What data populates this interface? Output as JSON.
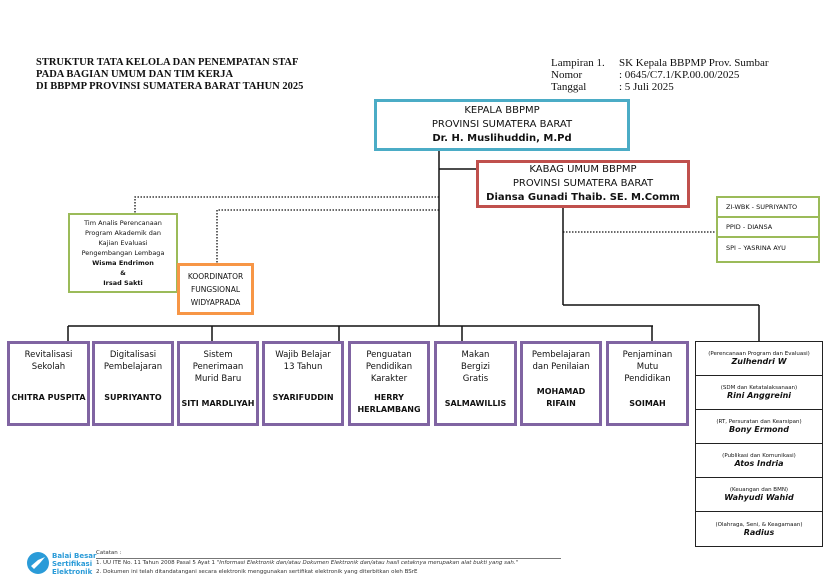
{
  "title": [
    "STRUKTUR TATA KELOLA DAN PENEMPATAN STAF",
    "PADA BAGIAN UMUM DAN TIM KERJA",
    "DI BBPMP PROVINSI SUMATERA BARAT TAHUN 2025"
  ],
  "meta": [
    {
      "k": "Lampiran 1.",
      "v": "SK Kepala BBPMP Prov. Sumbar"
    },
    {
      "k": "Nomor",
      "v": ": 0645/C7.1/KP.00.00/2025"
    },
    {
      "k": "Tanggal",
      "v": ": 5 Juli 2025"
    }
  ],
  "kepala": {
    "l1": "KEPALA BBPMP",
    "l2": "PROVINSI SUMATERA BARAT",
    "name": "Dr. H. Muslihuddin, M.Pd"
  },
  "kabag": {
    "l1": "KABAG UMUM BBPMP",
    "l2": "PROVINSI SUMATERA BARAT",
    "name": "Diansa Gunadi Thaib. SE. M.Comm"
  },
  "side_roles": [
    "ZI-WBK - SUPRIYANTO",
    "PPID - DIANSA",
    "SPI – YASRINA AYU"
  ],
  "tim_analis": {
    "l1": "Tim Analis Perencanaan",
    "l2": "Program Akademik dan",
    "l3": "Kajian Evaluasi",
    "l4": "Pengembangan Lembaga",
    "n1": "Wisma Endrimon",
    "amp": "&",
    "n2": "Irsad Sakti"
  },
  "koordinator": {
    "l1": "KOORDINATOR",
    "l2": "FUNGSIONAL",
    "l3": "WIDYAPRADA"
  },
  "teams": [
    {
      "label": "Revitalisasi Sekolah",
      "name": "CHITRA PUSPITA"
    },
    {
      "label": "Digitalisasi Pembelajaran",
      "name": "SUPRIYANTO"
    },
    {
      "label": "Sistem Penerimaan Murid Baru",
      "name": "SITI MARDLIYAH"
    },
    {
      "label": "Wajib Belajar 13 Tahun",
      "name": "SYARIFUDDIN"
    },
    {
      "label": "Penguatan Pendidikan Karakter",
      "name": "HERRY HERLAMBANG"
    },
    {
      "label": "Makan Bergizi Gratis",
      "name": "SALMAWILLIS"
    },
    {
      "label": "Pembelajaran dan Penilaian",
      "name": "MOHAMAD RIFAIN"
    },
    {
      "label": "Penjaminan Mutu Pendidikan",
      "name": "SOIMAH"
    }
  ],
  "umum_staff": [
    {
      "section": "(Perencanaan Program dan Evaluasi)",
      "name": "Zulhendri W"
    },
    {
      "section": "(SDM dan Ketatalaksanaan)",
      "name": "Rini Anggreini"
    },
    {
      "section": "(RT, Persuratan dan Kearsipan)",
      "name": "Bony Ermond"
    },
    {
      "section": "(Publikasi dan Komunikasi)",
      "name": "Atos Indria"
    },
    {
      "section": "(Keuangan dan BMN)",
      "name": "Wahyudi Wahid"
    },
    {
      "section": "(Olahraga, Seni, & Keagamaan)",
      "name": "Radius"
    }
  ],
  "footer": {
    "logo": [
      "Balai Besar",
      "Sertifikasi",
      "Elektronik"
    ],
    "heading": "Catatan :",
    "note1_a": "1. UU ITE No. 11 Tahun 2008 Pasal 5 Ayat 1 \"",
    "note1_i": "Informasi Elektronik dan/atau Dokumen Elektronik dan/atau hasil cetaknya merupakan alat bukti yang sah.",
    "note1_b": "\"",
    "note2": "2. Dokumen ini telah ditandatangani secara elektronik menggunakan sertifikat elektronik yang diterbitkan oleh BSrE"
  },
  "colors": {
    "kepala": "#4BACC6",
    "kabag": "#C0504D",
    "green": "#9BBB59",
    "orange": "#F79646",
    "purple": "#8064A2"
  }
}
